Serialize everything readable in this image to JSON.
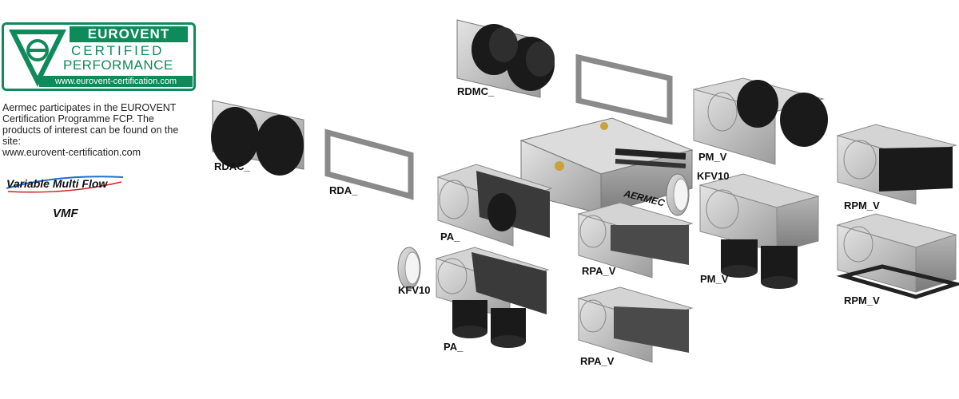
{
  "badge": {
    "title": "EUROVENT",
    "line1": "CERTIFIED",
    "line2": "PERFORMANCE",
    "url": "www.eurovent-certification.com"
  },
  "description": {
    "line1": "Aermec participates in the EUROVENT",
    "line2": "Certification Programme FCP. The",
    "line3": "products of interest can be found on the site:",
    "line4": "www.eurovent-certification.com"
  },
  "brand": {
    "name": "Variable Multi Flow",
    "code": "VMF"
  },
  "unit_brand": "AERMEC",
  "labels": {
    "rdmc": "RDMC_",
    "rdac": "RDAC_",
    "rda": "RDA_",
    "pm_v_top": "PM_V",
    "kfv10_right": "KFV10",
    "rpm_v_top": "RPM_V",
    "pa_top": "PA_",
    "rpa_v_top": "RPA_V",
    "pm_v_bottom": "PM_V",
    "rpm_v_bottom": "RPM_V",
    "kfv10_left": "KFV10",
    "pa_bottom": "PA_",
    "rpa_v_bottom": "RPA_V"
  },
  "colors": {
    "eurovent_green": "#0f8a5a",
    "metal": "#c8c8c8",
    "duct": "#1a1a1a"
  }
}
